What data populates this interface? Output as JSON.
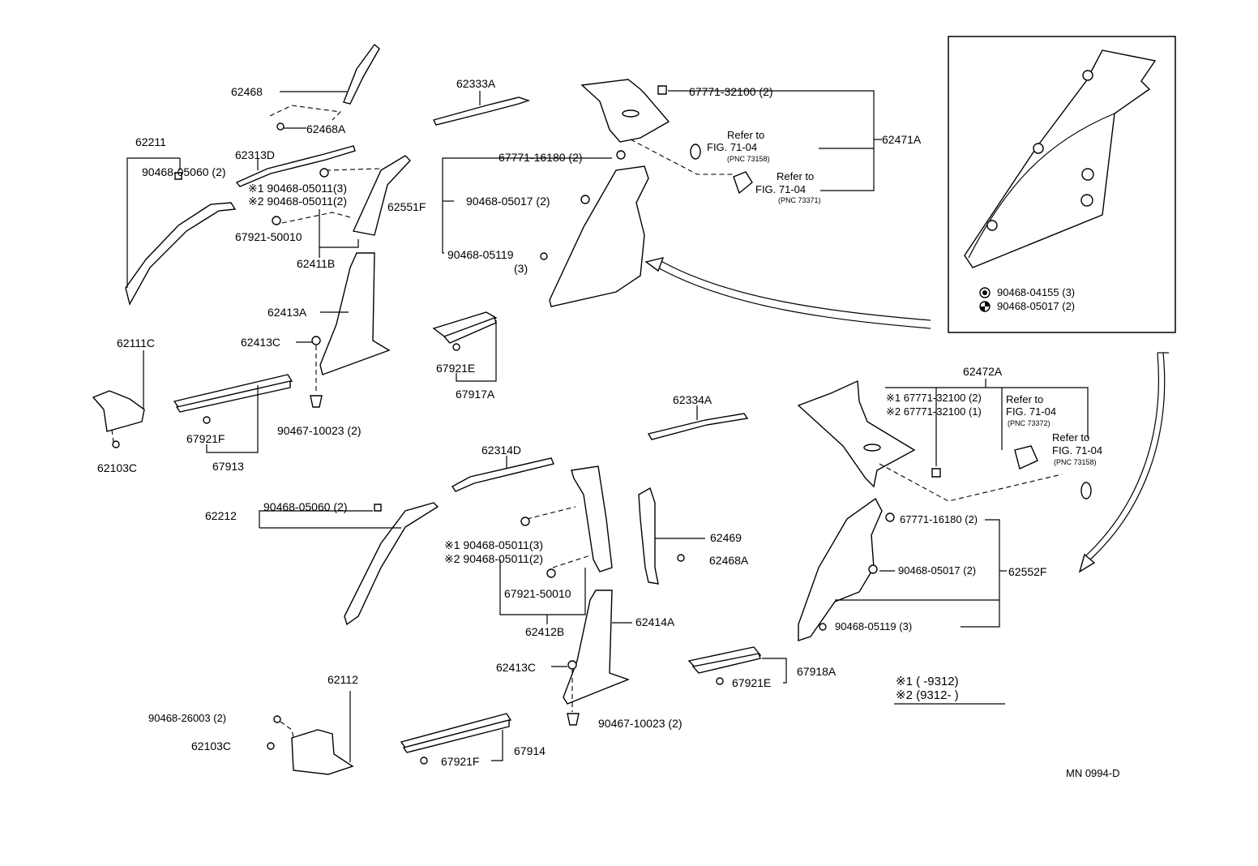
{
  "labels": {
    "l62468": "62468",
    "l62468A_top": "62468A",
    "l62333A": "62333A",
    "l67771_32100_top": "67771-32100 (2)",
    "l62211": "62211",
    "l90468_05060_top": "90468-05060 (2)",
    "l62313D": "62313D",
    "l90468_05011_a1": "※1 90468-05011(3)",
    "l90468_05011_a2": "※2 90468-05011(2)",
    "l67921_50010_top": "67921-50010",
    "l62411B": "62411B",
    "l67771_16180_top": "67771-16180 (2)",
    "l62551F": "62551F",
    "l90468_05017_top": "90468-05017 (2)",
    "l90468_05119_top": "90468-05119",
    "l90468_05119_top_qty": "(3)",
    "l62471A": "62471A",
    "ref1_a": "Refer to",
    "ref1_b": "FIG. 71-04",
    "ref1_c": "(PNC 73158)",
    "ref2_a": "Refer to",
    "ref2_b": "FIG. 71-04",
    "ref2_c": "(PNC 73371)",
    "inset_a": "90468-04155 (3)",
    "inset_b": "90468-05017 (2)",
    "l62413A": "62413A",
    "l62413C_top": "62413C",
    "l62111C": "62111C",
    "l62103C_top": "62103C",
    "l67921F_top": "67921F",
    "l67913": "67913",
    "l90467_10023_top": "90467-10023 (2)",
    "l67921E_top": "67921E",
    "l67917A": "67917A",
    "l62472A": "62472A",
    "l67771_32100_b1": "※1 67771-32100 (2)",
    "l67771_32100_b2": "※2 67771-32100 (1)",
    "ref3_a": "Refer to",
    "ref3_b": "FIG. 71-04",
    "ref3_c": "(PNC 73372)",
    "ref4_a": "Refer to",
    "ref4_b": "FIG. 71-04",
    "ref4_c": "(PNC 73158)",
    "l62334A": "62334A",
    "l62314D": "62314D",
    "l62212": "62212",
    "l90468_05060_bot": "90468-05060 (2)",
    "l90468_05011_b1": "※1 90468-05011(3)",
    "l90468_05011_b2": "※2 90468-05011(2)",
    "l67921_50010_bot": "67921-50010",
    "l62412B": "62412B",
    "l62469": "62469",
    "l62468A_bot": "62468A",
    "l67771_16180_bot": "67771-16180 (2)",
    "l90468_05017_bot": "90468-05017 (2)",
    "l62552F": "62552F",
    "l90468_05119_bot": "90468-05119 (3)",
    "l62414A": "62414A",
    "l62413C_bot": "62413C",
    "l90467_10023_bot": "90467-10023 (2)",
    "l67918A": "67918A",
    "l67921E_bot": "67921E",
    "l62112": "62112",
    "l90468_26003": "90468-26003 (2)",
    "l62103C_bot": "62103C",
    "l67914": "67914",
    "l67921F_bot": "67921F",
    "legend1": "※1 (       -9312)",
    "legend2": "※2 (9312-       )",
    "drawing_no": "MN 0994-D"
  }
}
